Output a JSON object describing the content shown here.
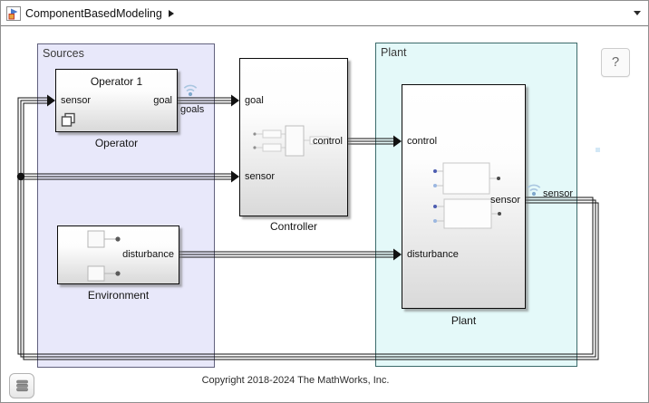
{
  "topbar": {
    "title": "ComponentBasedModeling"
  },
  "help_button": {
    "label": "?"
  },
  "areas": {
    "sources": {
      "label": "Sources"
    },
    "plant": {
      "label": "Plant"
    }
  },
  "blocks": {
    "operator": {
      "title": "Operator 1",
      "name": "Operator",
      "ports": {
        "sensor_in": "sensor",
        "goal_out": "goal"
      }
    },
    "controller": {
      "name": "Controller",
      "ports": {
        "goal_in": "goal",
        "sensor_in": "sensor",
        "control_out": "control"
      }
    },
    "environment": {
      "name": "Environment",
      "ports": {
        "disturbance_out": "disturbance"
      }
    },
    "plant": {
      "name": "Plant",
      "ports": {
        "control_in": "control",
        "disturbance_in": "disturbance",
        "sensor_out": "sensor"
      }
    }
  },
  "signal_annotations": {
    "goals": {
      "label": "goals"
    },
    "sensor": {
      "label": "sensor"
    }
  },
  "annotation": {
    "copyright": "Copyright 2018-2024 The MathWorks, Inc."
  },
  "colors": {
    "sources_area_fill": "#e8e8fa",
    "sources_area_border": "#62627e",
    "plant_area_fill": "#e4f9f9",
    "plant_area_border": "#3c6b6b",
    "wire": "#121212",
    "wireless_icon": "#9dbeda",
    "block_gradient_bottom": "#d9d9d9"
  }
}
